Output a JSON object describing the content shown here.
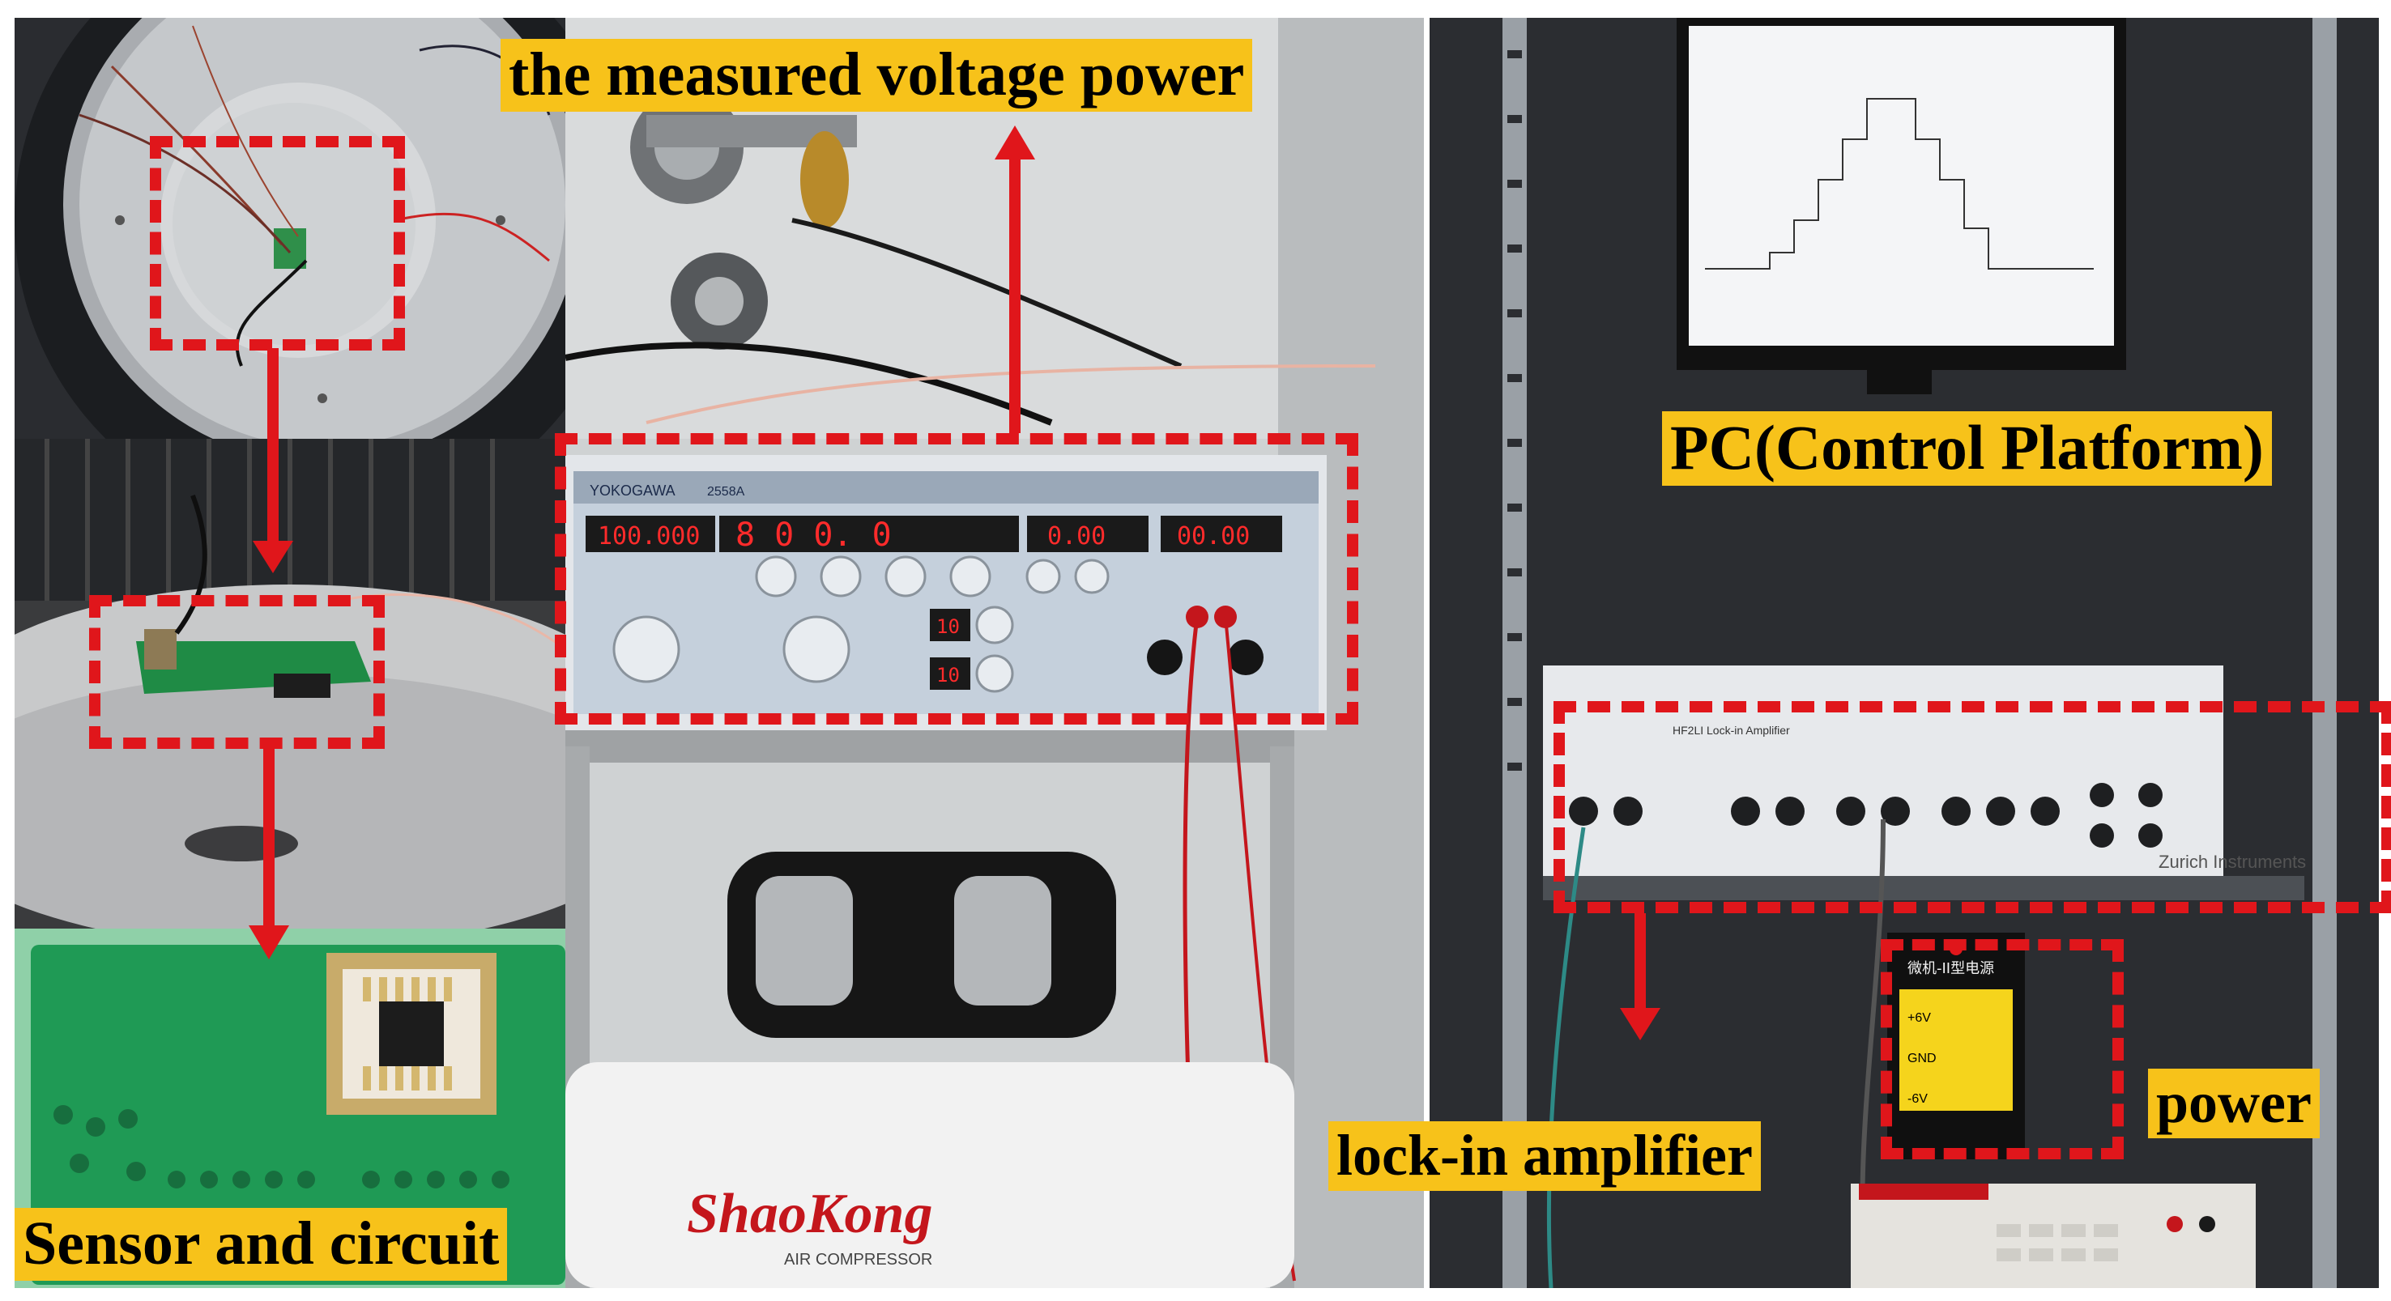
{
  "labels": {
    "measured_voltage_power": "the measured voltage power",
    "pc_control_platform": "PC(Control Platform)",
    "power": "power",
    "lock_in_amplifier": "lock-in amplifier",
    "sensor_and_circuit": "Sensor and circuit"
  },
  "devices": {
    "source_brand": "YOKOGAWA",
    "source_model": "2558A",
    "source_display_1": "100.000",
    "source_display_2": "8 0 0. 0",
    "source_display_3": "0.00",
    "source_display_4": "00.00",
    "source_sub_display_1": "10",
    "source_sub_display_2": "10",
    "lockin_model": "HF2LI Lock-in Amplifier",
    "lockin_brand": "Zurich Instruments",
    "compressor_brand": "ShaoKong",
    "compressor_sub": "AIR COMPRESSOR",
    "supply_name": "微机-II型电源",
    "supply_labels": [
      "+6V",
      "GND",
      "-6V"
    ]
  },
  "colors": {
    "label_background": "#f7c21a",
    "annotation_red": "#e0161b"
  }
}
